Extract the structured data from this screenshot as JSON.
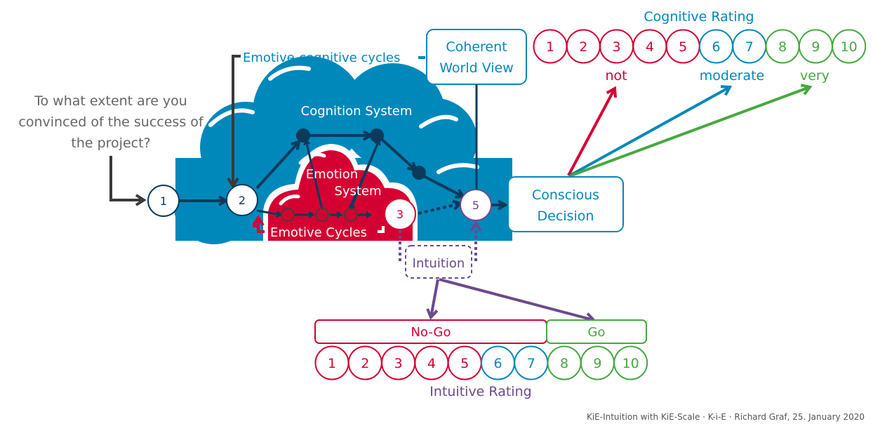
{
  "colors": {
    "blue": "#0088BB",
    "navy": "#0D3A5C",
    "red": "#D50032",
    "green": "#46A83F",
    "purple": "#6B4A8E",
    "gray": "#666666",
    "dark": "#3A3A3A"
  },
  "question": {
    "line1": "To what extent are you",
    "line2": "convinced of the success of",
    "line3": "the project?"
  },
  "labels": {
    "emotive_cognitive_cycles": "Emotive-cognitive cycles",
    "cognition_system": "Cognition System",
    "emotion_system_1": "Emotion",
    "emotion_system_2": "System",
    "emotive_cycles": "Emotive Cycles",
    "intuition": "Intuition",
    "intuitive_rating": "Intuitive Rating",
    "cognitive_rating": "Cognitive Rating"
  },
  "boxes": {
    "coherent_1": "Coherent",
    "coherent_2": "World View",
    "conscious_1": "Conscious",
    "conscious_2": "Decision"
  },
  "nodes": {
    "n1": "1",
    "n2": "2",
    "n3": "3",
    "n5": "5"
  },
  "cognitive_scale": {
    "values": [
      "1",
      "2",
      "3",
      "4",
      "5",
      "6",
      "7",
      "8",
      "9",
      "10"
    ],
    "groups": [
      "red",
      "red",
      "red",
      "red",
      "red",
      "blue",
      "blue",
      "green",
      "green",
      "green"
    ],
    "not": "not",
    "moderate": "moderate",
    "very": "very"
  },
  "intuitive_scale": {
    "values": [
      "1",
      "2",
      "3",
      "4",
      "5",
      "6",
      "7",
      "8",
      "9",
      "10"
    ],
    "groups": [
      "red",
      "red",
      "red",
      "red",
      "red",
      "blue",
      "blue",
      "green",
      "green",
      "green"
    ],
    "nogo": "No-Go",
    "go": "Go"
  },
  "footer": "KiE-Intuition with KiE-Scale · K-i-E · Richard Graf, 25. January 2020"
}
